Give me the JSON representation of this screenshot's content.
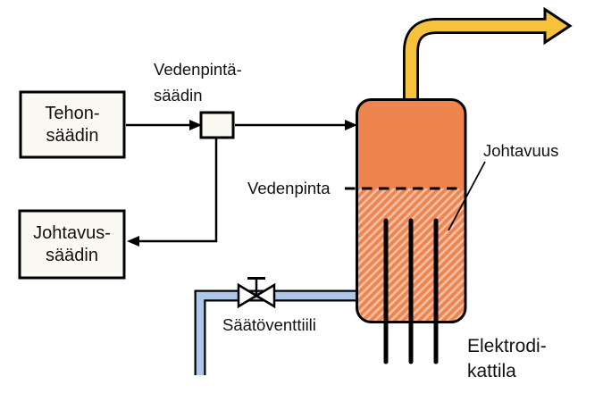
{
  "labels": {
    "power_controller": {
      "line1": "Tehon-",
      "line2": "säädin"
    },
    "water_level_controller": {
      "line1": "Vedenpintä-",
      "line2": "säädin"
    },
    "conductivity_controller": {
      "line1": "Johtavus-",
      "line2": "säädin"
    },
    "water_level": "Vedenpinta",
    "conductivity": "Johtavuus",
    "control_valve": "Säätöventtiili",
    "boiler": {
      "line1": "Elektrodi-",
      "line2": "kattila"
    }
  },
  "colors": {
    "tank_fill": "#EF854E",
    "water_hatch_bg": "#F6C0A6",
    "water_hatch_stripe": "#EF854E",
    "steam_pipe": "#F6C23B",
    "feedwater_pipe": "#AEC7E8",
    "box_fill": "#FBFAF2",
    "outline": "#000000"
  }
}
